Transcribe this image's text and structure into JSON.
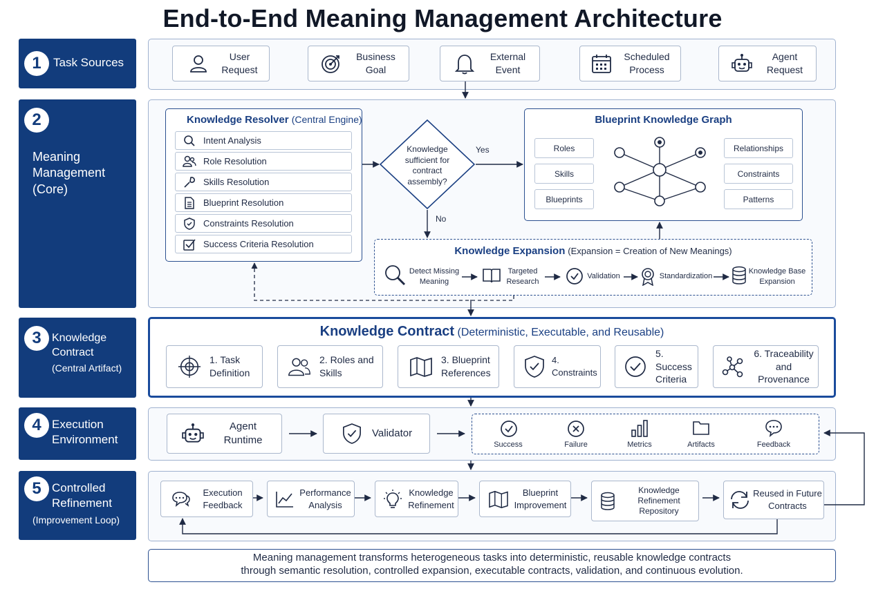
{
  "title": "End-to-End Meaning Management Architecture",
  "sections": [
    {
      "num": "1",
      "label": "Task Sources",
      "sub": ""
    },
    {
      "num": "2",
      "label": "Meaning Management (Core)",
      "sub": ""
    },
    {
      "num": "3",
      "label": "Knowledge Contract",
      "sub": "(Central Artifact)"
    },
    {
      "num": "4",
      "label": "Execution Environment",
      "sub": ""
    },
    {
      "num": "5",
      "label": "Controlled Refinement",
      "sub": "(Improvement Loop)"
    }
  ],
  "sources": [
    {
      "label1": "User",
      "label2": "Request",
      "icon": "user-icon"
    },
    {
      "label1": "Business",
      "label2": "Goal",
      "icon": "target-icon"
    },
    {
      "label1": "External",
      "label2": "Event",
      "icon": "bell-icon"
    },
    {
      "label1": "Scheduled",
      "label2": "Process",
      "icon": "calendar-icon"
    },
    {
      "label1": "Agent",
      "label2": "Request",
      "icon": "robot-icon"
    }
  ],
  "resolver": {
    "title": "Knowledge Resolver",
    "subtitle": "(Central Engine)",
    "items": [
      {
        "label": "Intent Analysis",
        "icon": "search-icon"
      },
      {
        "label": "Role Resolution",
        "icon": "users-icon"
      },
      {
        "label": "Skills Resolution",
        "icon": "wrench-icon"
      },
      {
        "label": "Blueprint Resolution",
        "icon": "document-icon"
      },
      {
        "label": "Constraints Resolution",
        "icon": "shield-icon"
      },
      {
        "label": "Success Criteria Resolution",
        "icon": "checkbox-icon"
      }
    ]
  },
  "decision": {
    "line1": "Knowledge",
    "line2": "sufficient for",
    "line3": "contract",
    "line4": "assembly?",
    "yes": "Yes",
    "no": "No"
  },
  "graph": {
    "title": "Blueprint Knowledge Graph",
    "left": [
      "Roles",
      "Skills",
      "Blueprints"
    ],
    "right": [
      "Relationships",
      "Constraints",
      "Patterns"
    ]
  },
  "expansion": {
    "title": "Knowledge Expansion",
    "subtitle": "(Expansion = Creation of New Meanings)",
    "steps": [
      {
        "l1": "Detect Missing",
        "l2": "Meaning",
        "icon": "magnifier-icon"
      },
      {
        "l1": "Targeted",
        "l2": "Research",
        "icon": "book-icon"
      },
      {
        "l1": "Validation",
        "l2": "",
        "icon": "check-circle-icon"
      },
      {
        "l1": "Standardization",
        "l2": "",
        "icon": "badge-icon"
      },
      {
        "l1": "Knowledge Base",
        "l2": "Expansion",
        "icon": "database-icon"
      }
    ]
  },
  "contract": {
    "title": "Knowledge Contract",
    "subtitle": "(Deterministic, Executable, and Reusable)",
    "items": [
      {
        "l1": "1. Task",
        "l2": "Definition",
        "icon": "crosshair-icon"
      },
      {
        "l1": "2. Roles and",
        "l2": "Skills",
        "icon": "users-icon"
      },
      {
        "l1": "3. Blueprint",
        "l2": "References",
        "icon": "map-icon"
      },
      {
        "l1": "4. Constraints",
        "l2": "",
        "icon": "shield-check-icon"
      },
      {
        "l1": "5. Success",
        "l2": "Criteria",
        "icon": "check-circle-icon"
      },
      {
        "l1": "6. Traceability",
        "l2": "and Provenance",
        "icon": "nodes-icon"
      }
    ]
  },
  "execution": {
    "runtime1": "Agent",
    "runtime2": "Runtime",
    "validator": "Validator",
    "outcomes": [
      {
        "label": "Success",
        "icon": "check-circle-icon"
      },
      {
        "label": "Failure",
        "icon": "x-circle-icon"
      },
      {
        "label": "Metrics",
        "icon": "bar-chart-icon"
      },
      {
        "label": "Artifacts",
        "icon": "folder-icon"
      },
      {
        "label": "Feedback",
        "icon": "chat-icon"
      }
    ]
  },
  "refinement": [
    {
      "l1": "Execution",
      "l2": "Feedback",
      "l3": "",
      "icon": "chat-icon"
    },
    {
      "l1": "Performance",
      "l2": "Analysis",
      "l3": "",
      "icon": "line-chart-icon"
    },
    {
      "l1": "Knowledge",
      "l2": "Refinement",
      "l3": "",
      "icon": "bulb-icon"
    },
    {
      "l1": "Blueprint",
      "l2": "Improvement",
      "l3": "",
      "icon": "map-icon"
    },
    {
      "l1": "Knowledge",
      "l2": "Refinement",
      "l3": "Repository",
      "icon": "database-icon"
    },
    {
      "l1": "Reused in Future",
      "l2": "Contracts",
      "l3": "",
      "icon": "refresh-icon"
    }
  ],
  "footer": {
    "line1": "Meaning management transforms heterogeneous tasks into deterministic, reusable knowledge contracts",
    "line2": "through semantic resolution, controlled expansion, executable contracts, validation, and continuous evolution."
  },
  "colors": {
    "navy": "#123c7c",
    "accent": "#1a4b9c",
    "border": "#9fb1cf"
  }
}
